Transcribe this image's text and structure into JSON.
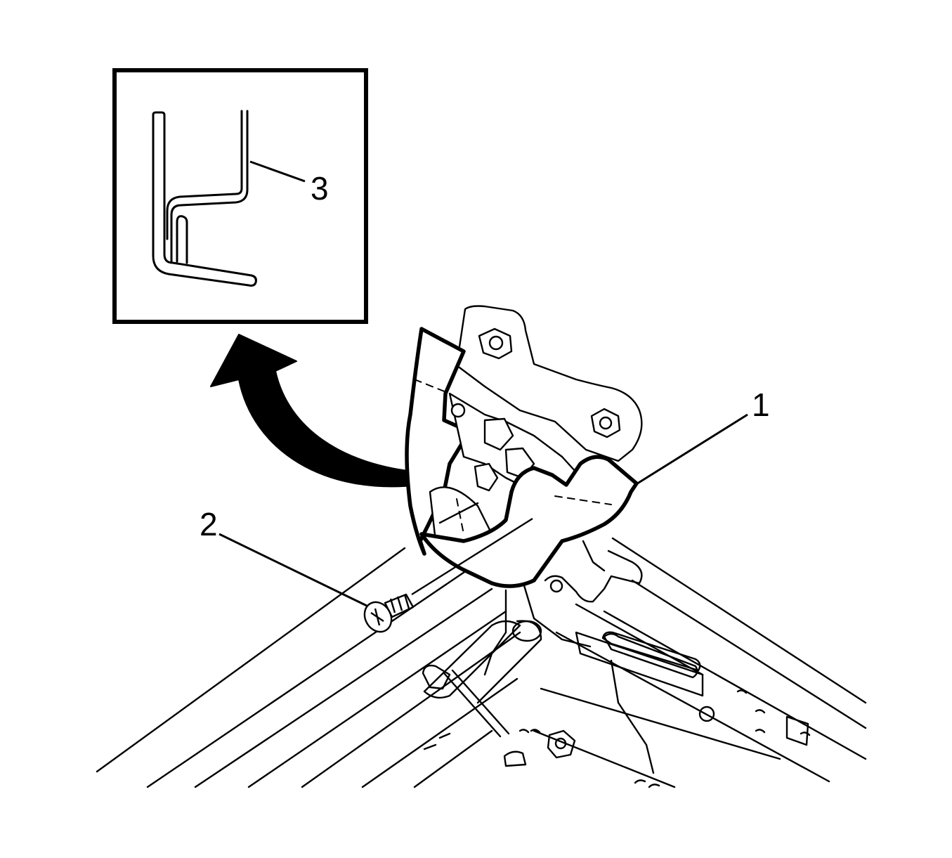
{
  "colors": {
    "line": "#000000",
    "background": "#ffffff"
  },
  "callouts": {
    "part_1": "1",
    "part_2": "2",
    "part_3": "3"
  },
  "icons": {
    "detail_arrow": "curved-arrow-icon",
    "screw": "screw-icon"
  }
}
